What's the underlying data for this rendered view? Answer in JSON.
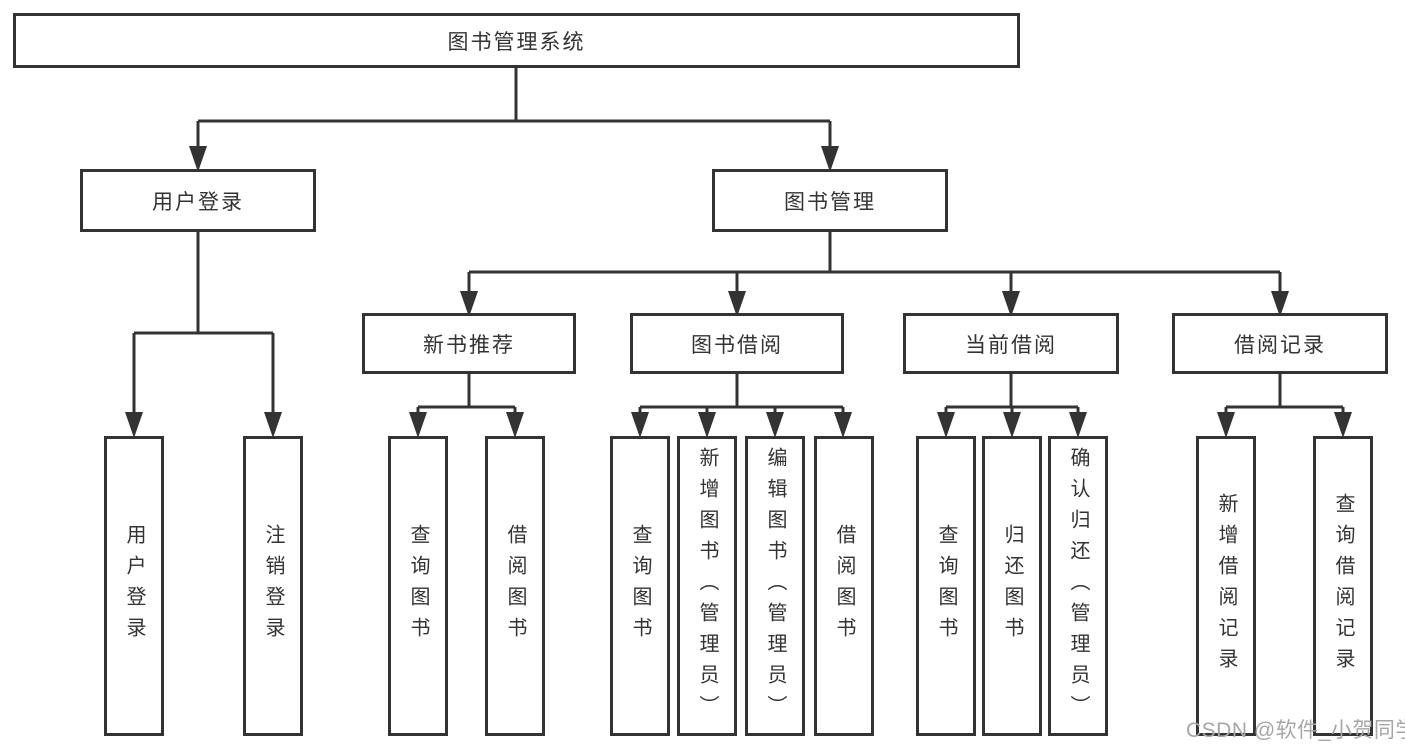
{
  "watermark": "CSDN @软件_小贺同学",
  "colors": {
    "line": "#333333",
    "box_border": "#333333",
    "text": "#333333",
    "watermark_text": "#a6a6a6",
    "background": "#ffffff"
  },
  "diagram": {
    "root": "图书管理系统",
    "children": [
      {
        "label": "用户登录",
        "children": [
          "用户登录",
          "注销登录"
        ]
      },
      {
        "label": "图书管理",
        "children": [
          {
            "label": "新书推荐",
            "children": [
              "查询图书",
              "借阅图书"
            ]
          },
          {
            "label": "图书借阅",
            "children": [
              "查询图书",
              "新增图书（管理员）",
              "编辑图书（管理员）",
              "借阅图书"
            ]
          },
          {
            "label": "当前借阅",
            "children": [
              "查询图书",
              "归还图书",
              "确认归还（管理员）"
            ]
          },
          {
            "label": "借阅记录",
            "children": [
              "新增借阅记录",
              "查询借阅记录"
            ]
          }
        ]
      }
    ]
  }
}
